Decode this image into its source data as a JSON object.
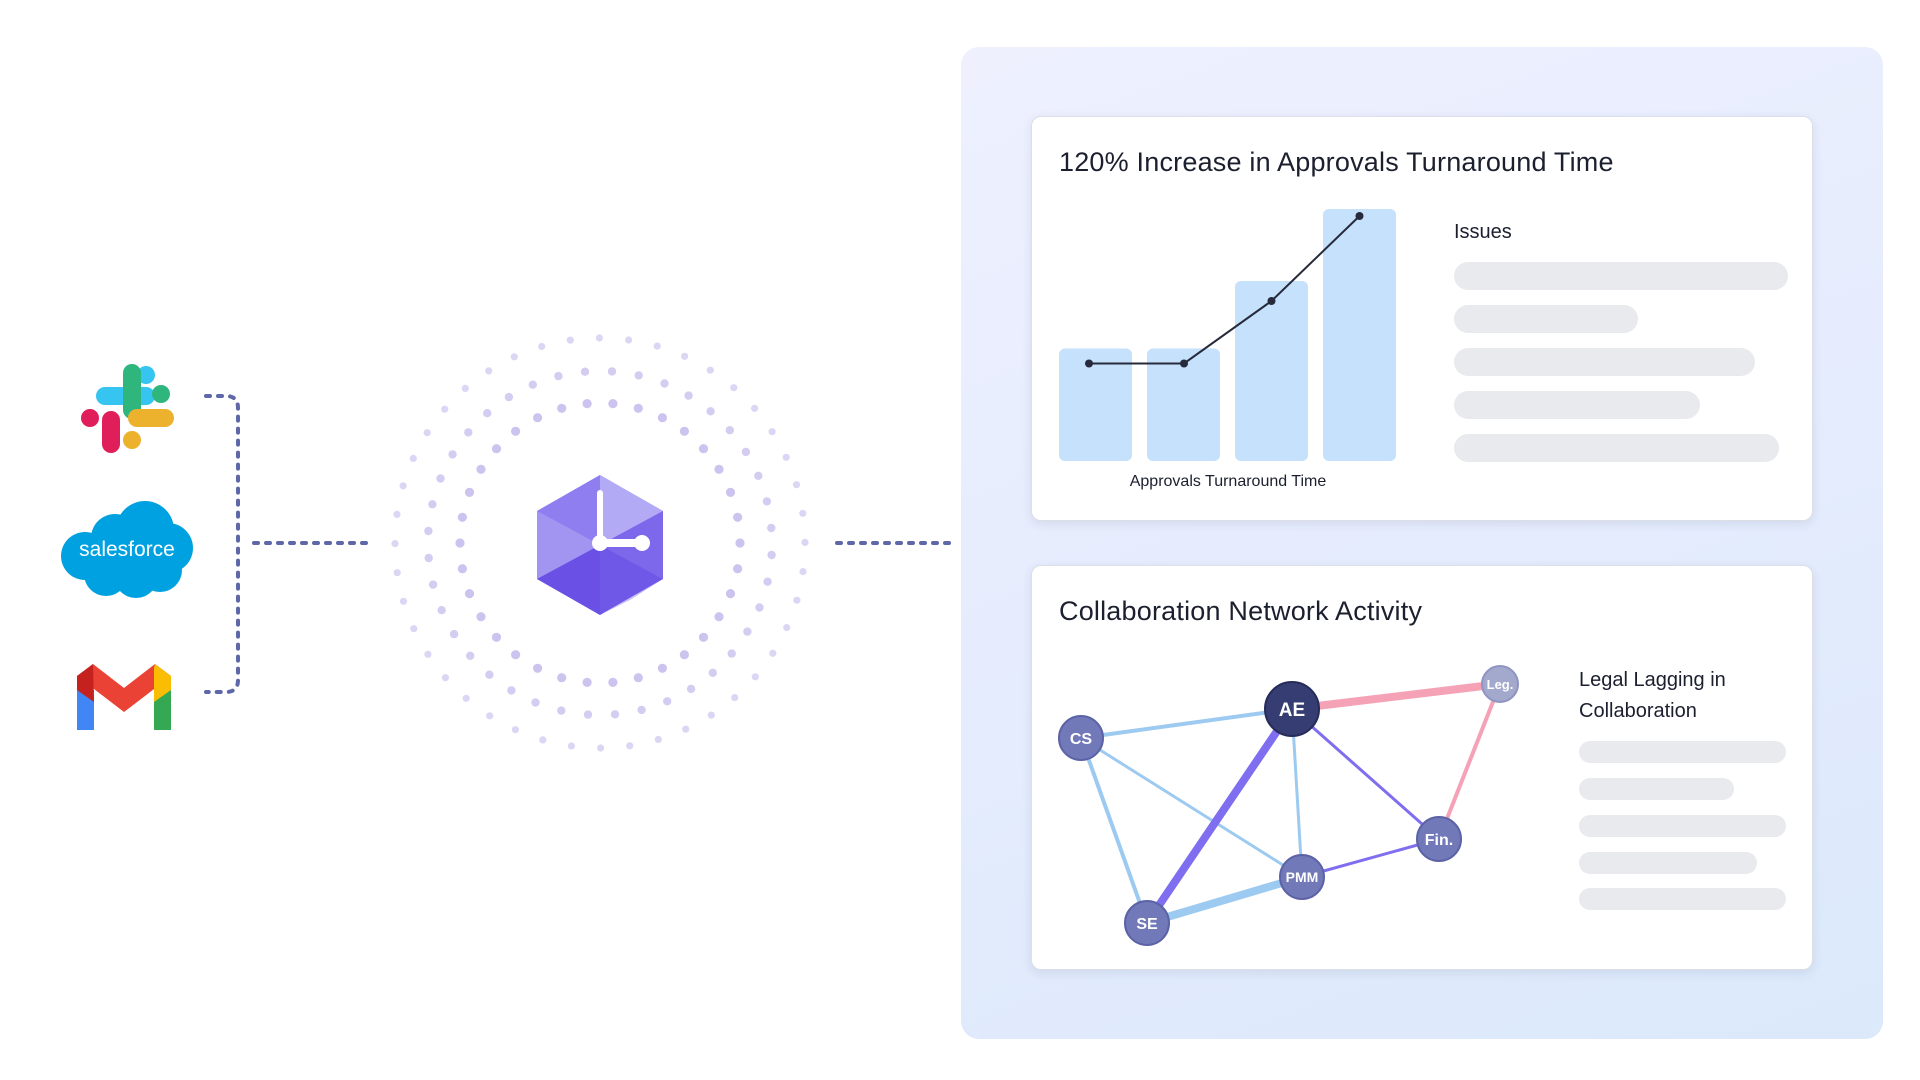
{
  "chart_data": {
    "type": "bar",
    "title": "120% Increase in Approvals Turnaround Time",
    "xlabel": "Approvals Turnaround Time",
    "values": [
      0.5,
      0.5,
      0.8,
      1.12
    ],
    "ylim": [
      0,
      1.2
    ],
    "overlay": "line",
    "grid": false
  },
  "issues_panel": {
    "label": "Issues"
  },
  "network": {
    "title": "Collaboration Network Activity",
    "side_label": "Legal Lagging in Collaboration",
    "nodes": [
      {
        "id": "CS",
        "label": "CS"
      },
      {
        "id": "AE",
        "label": "AE"
      },
      {
        "id": "Leg",
        "label": "Leg."
      },
      {
        "id": "PMM",
        "label": "PMM"
      },
      {
        "id": "Fin",
        "label": "Fin."
      },
      {
        "id": "SE",
        "label": "SE"
      }
    ]
  },
  "integrations": [
    "slack-icon",
    "salesforce-icon",
    "gmail-icon"
  ],
  "integration_labels": {
    "salesforce": "salesforce"
  },
  "hub": {
    "icon": "hexagon-logo-icon"
  },
  "colors": {
    "bar": "#c5e1fb",
    "line": "#272a3b",
    "node_dark": "#353d72",
    "node": "#7279b8",
    "node_light": "#a3a8cd",
    "edge_blue": "#9dcaf0",
    "edge_purple": "#7f6ef0",
    "edge_pink": "#f5a2b6",
    "dots": "#c9c0ee"
  }
}
